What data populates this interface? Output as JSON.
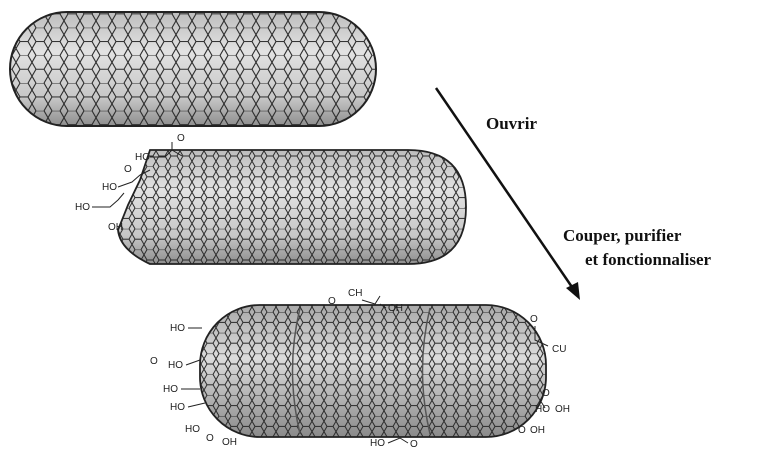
{
  "steps": {
    "open": "Ouvrir",
    "cut_line1": "Couper, purifier",
    "cut_line2": "et fonctionnaliser"
  },
  "chemistry": {
    "group_cooh": "HO",
    "group_co": "O",
    "group_oh": "OH",
    "group_ch": "CH",
    "group_cu": "CU"
  },
  "colors": {
    "tube_fill": "#d4d4d4",
    "tube_shade": "#9a9a9a",
    "lattice": "#2a2a2a",
    "arrow": "#111111"
  }
}
